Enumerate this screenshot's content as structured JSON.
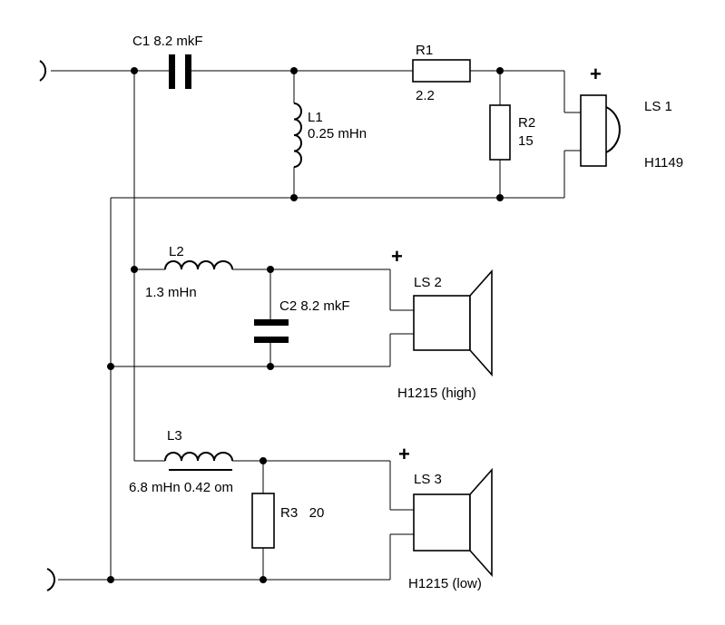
{
  "components": {
    "c1": {
      "label": "C1 8.2 mkF"
    },
    "r1": {
      "name": "R1",
      "value": "2.2"
    },
    "r2": {
      "name": "R2",
      "value": "15"
    },
    "l1": {
      "name": "L1",
      "value": "0.25 mHn"
    },
    "ls1": {
      "name": "LS 1",
      "model": "H1149",
      "polarity": "+"
    },
    "l2": {
      "name": "L2",
      "value": "1.3  mHn"
    },
    "c2": {
      "label": "C2 8.2 mkF"
    },
    "ls2": {
      "name": "LS 2",
      "model": "H1215 (high)",
      "polarity": "+"
    },
    "l3": {
      "name": "L3",
      "value": "6.8 mHn 0.42 om"
    },
    "r3": {
      "label": "R3   20"
    },
    "ls3": {
      "name": "LS 3",
      "model": "H1215 (low)",
      "polarity": "+"
    }
  },
  "icons": {
    "input_top": "terminal-icon",
    "input_bottom": "terminal-icon",
    "tweeter": "dome-tweeter-icon",
    "speaker": "cone-speaker-icon"
  },
  "colors": {
    "ink": "#000000",
    "background": "#ffffff"
  }
}
